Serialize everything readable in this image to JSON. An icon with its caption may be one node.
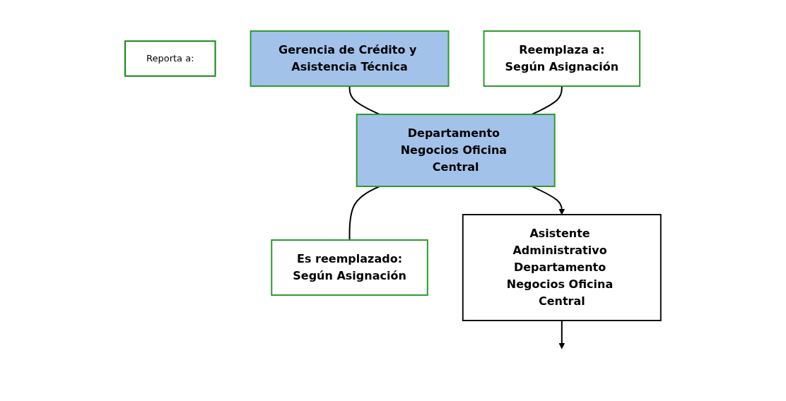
{
  "diagram": {
    "nodes": [
      {
        "text": [
          "Reporta a:"
        ]
      },
      {
        "text": [
          "Gerencia de Crédito y Asistencia Técnica"
        ]
      },
      {
        "text": [
          "Reemplaza a:",
          "Según Asignación"
        ]
      },
      {
        "text": [
          "Departamento Negocios Oficina Central"
        ]
      },
      {
        "text": [
          "Es reemplazado:",
          "Según Asignación"
        ]
      },
      {
        "text": [
          "Asistente Administrativo Departamento Negocios Oficina Central"
        ]
      }
    ],
    "edges": [
      {
        "from": 1,
        "to": 3,
        "arrow": "none"
      },
      {
        "from": 2,
        "to": 3,
        "arrow": "none"
      },
      {
        "from": 3,
        "to": 4,
        "arrow": "none"
      },
      {
        "from": 3,
        "to": 5,
        "arrow": "to"
      },
      {
        "from": 5,
        "to": null,
        "arrow": "to"
      }
    ]
  }
}
